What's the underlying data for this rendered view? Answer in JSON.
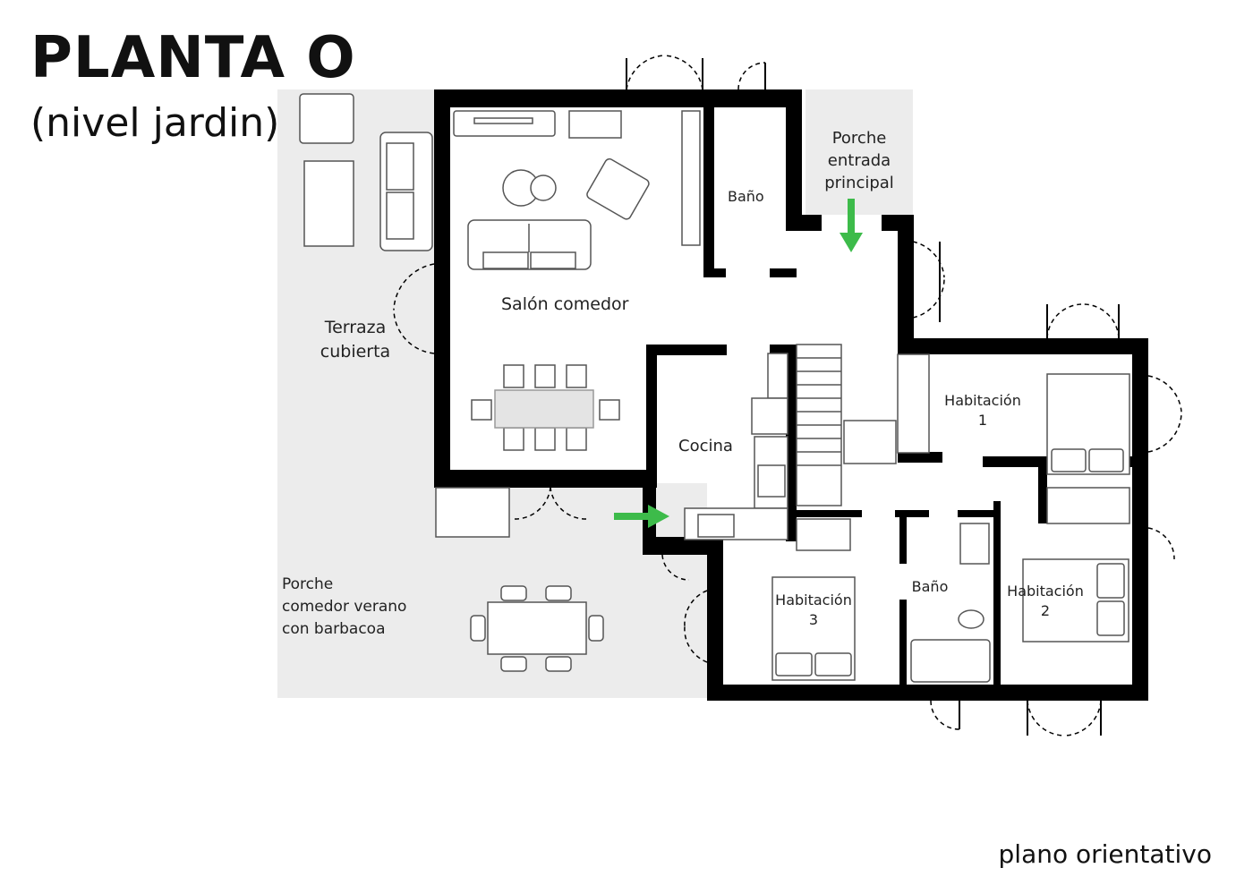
{
  "title": "PLANTA O",
  "subtitle": "(nivel jardin)",
  "footer_note": "plano orientativo",
  "colors": {
    "wall": "#000000",
    "terrace": "#ececec",
    "arrow": "#3dbb4a",
    "furniture": "#555555"
  },
  "rooms": {
    "salon": "Salón comedor",
    "bano_top": "Baño",
    "porche_entrada": [
      "Porche",
      "entrada",
      "principal"
    ],
    "terraza": [
      "Terraza",
      "cubierta"
    ],
    "cocina": "Cocina",
    "habitacion1": [
      "Habitación",
      "1"
    ],
    "habitacion2": [
      "Habitación",
      "2"
    ],
    "habitacion3": [
      "Habitación",
      "3"
    ],
    "bano_bottom": "Baño",
    "porche_comedor": [
      "Porche",
      "comedor verano",
      "con barbacoa"
    ]
  },
  "icons": [
    "entrance-arrow-icon",
    "fireplace-icon",
    "barbecue-icon",
    "sofa-icon",
    "armchair-icon",
    "dining-table-icon",
    "bed-icon",
    "stairs-icon",
    "stove-icon",
    "sink-icon",
    "toilet-icon",
    "bathtub-icon",
    "door-icon"
  ]
}
